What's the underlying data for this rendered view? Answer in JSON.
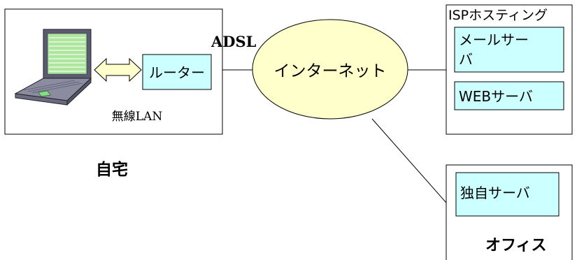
{
  "home": {
    "box_label": "自宅",
    "router_label": "ルーター",
    "wireless_label": "無線LAN"
  },
  "connection": {
    "adsl_label": "ADSL"
  },
  "internet": {
    "label": "インターネット"
  },
  "isp": {
    "title": "ISPホスティング",
    "mail_server_line1": "メールサー",
    "mail_server_line2": "バ",
    "web_server_label": "WEBサーバ"
  },
  "office": {
    "label": "オフィス",
    "server_label": "独自サーバ"
  },
  "colors": {
    "panel_fill": "#ccffff",
    "internet_fill": "#ffffcc",
    "arrow_fill": "#ffffcc",
    "box_stroke": "#000000",
    "laptop_body": "#8c8ca0",
    "laptop_screen": "#aee6a0"
  },
  "icons": {
    "laptop": "laptop-icon",
    "arrow": "double-arrow-icon"
  }
}
